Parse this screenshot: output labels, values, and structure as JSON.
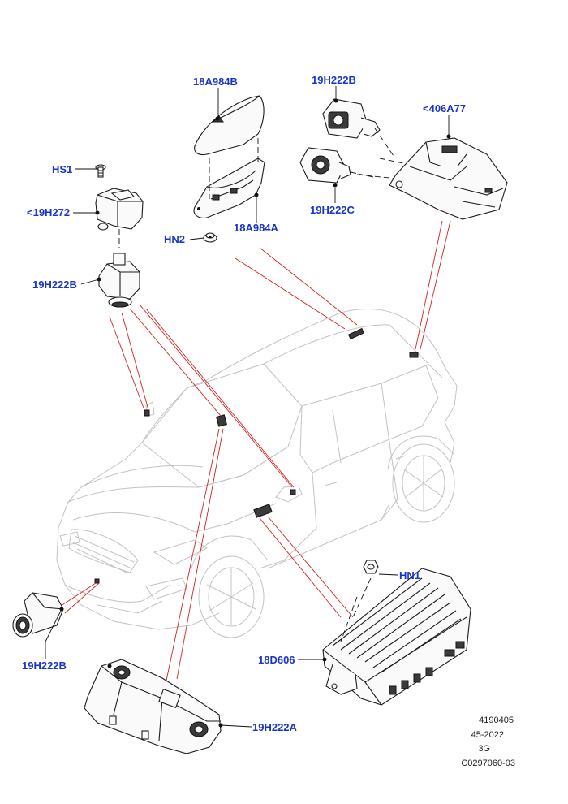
{
  "callouts": {
    "c_18a984b": "18A984B",
    "c_19h222b_top": "19H222B",
    "c_406a77": "<406A77",
    "c_hs1": "HS1",
    "c_19h272": "<19H272",
    "c_hn2": "HN2",
    "c_18a984a": "18A984A",
    "c_19h222c": "19H222C",
    "c_19h222b_mid": "19H222B",
    "c_hn1": "HN1",
    "c_18d606": "18D606",
    "c_19h222b_bottom": "19H222B",
    "c_19h222a": "19H222A"
  },
  "meta": {
    "line1": "4190405",
    "line2": "45-2022",
    "line3": "3G",
    "line4": "C0297060-03"
  },
  "colors": {
    "callout_text": "#1a35c8",
    "leader_red": "#d62020",
    "car_outline": "#c3c3c3"
  }
}
